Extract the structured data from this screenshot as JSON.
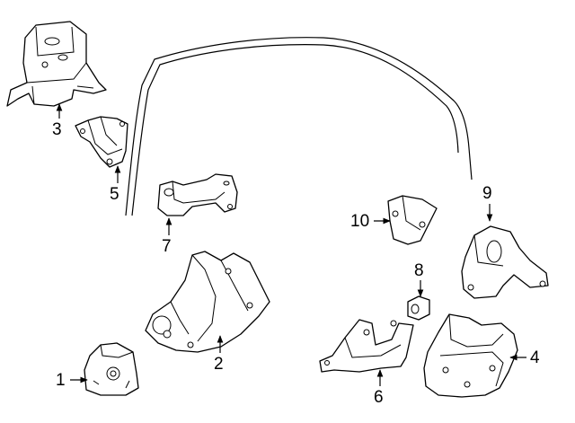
{
  "diagram": {
    "parts": [
      {
        "id": "1",
        "label": "1"
      },
      {
        "id": "2",
        "label": "2"
      },
      {
        "id": "3",
        "label": "3"
      },
      {
        "id": "4",
        "label": "4"
      },
      {
        "id": "5",
        "label": "5"
      },
      {
        "id": "6",
        "label": "6"
      },
      {
        "id": "7",
        "label": "7"
      },
      {
        "id": "8",
        "label": "8"
      },
      {
        "id": "9",
        "label": "9"
      },
      {
        "id": "10",
        "label": "10"
      }
    ]
  }
}
